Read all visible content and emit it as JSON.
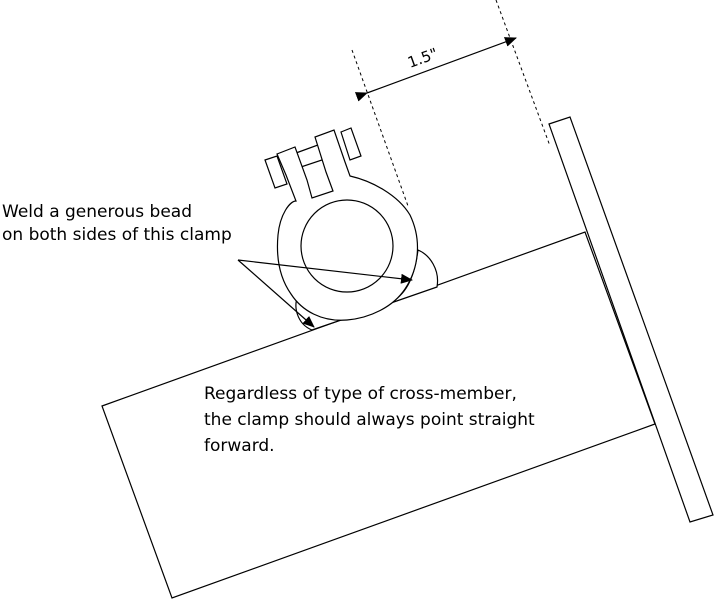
{
  "colors": {
    "stroke": "#000000",
    "fill": "#ffffff"
  },
  "dimension": {
    "label": "1.5\""
  },
  "annotations": {
    "weld_line_1": "Weld a generous bead",
    "weld_line_2": "on both sides of this clamp",
    "note_line_1": "Regardless of type of cross-member,",
    "note_line_2": "the clamp should always point straight",
    "note_line_3": "forward."
  }
}
